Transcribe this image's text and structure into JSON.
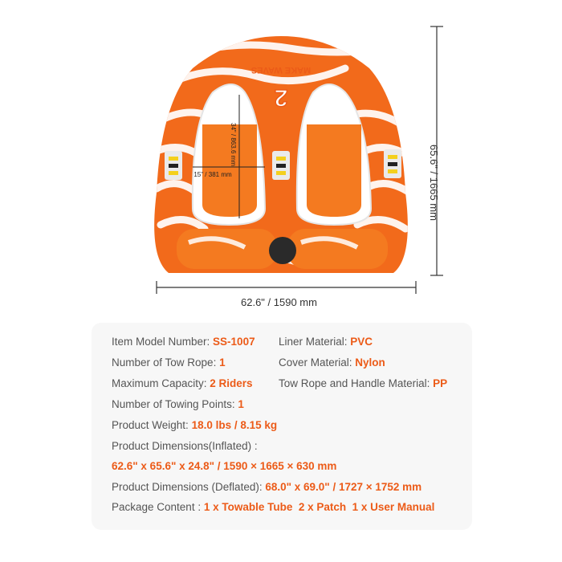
{
  "product": {
    "brand_text": "MAKE WAVES",
    "seat_number": "2",
    "seat_length": "34\" / 863.6 mm",
    "seat_width": "15\" / 381 mm",
    "width_label": "62.6\" / 1590 mm",
    "height_label": "65.6\" / 1665 mm"
  },
  "specs": {
    "model": {
      "label": "Item Model Number: ",
      "value": "SS-1007"
    },
    "liner": {
      "label": "Liner Material: ",
      "value": "PVC"
    },
    "tow_rope": {
      "label": "Number of Tow Rope: ",
      "value": "1"
    },
    "cover": {
      "label": "Cover Material: ",
      "value": "Nylon"
    },
    "capacity": {
      "label": "Maximum Capacity: ",
      "value": "2 Riders"
    },
    "handle_material": {
      "label": "Tow Rope and Handle Material: ",
      "value": "PP"
    },
    "towing_points": {
      "label": "Number of Towing Points: ",
      "value": "1"
    },
    "weight": {
      "label": "Product Weight: ",
      "value": "18.0 lbs / 8.15 kg"
    },
    "inflated_label": "Product Dimensions(Inflated) :",
    "inflated_value": "62.6\" x 65.6\" x 24.8\" / 1590 × 1665 × 630 mm",
    "deflated": {
      "label": "Product Dimensions (Deflated): ",
      "value": "68.0\" x 69.0\" / 1727 × 1752 mm"
    },
    "package": {
      "label": "Package Content : ",
      "value": "1 x Towable Tube  2 x Patch  1 x User Manual"
    }
  },
  "colors": {
    "accent": "#ec5b18",
    "tube_orange": "#f26a1b"
  }
}
